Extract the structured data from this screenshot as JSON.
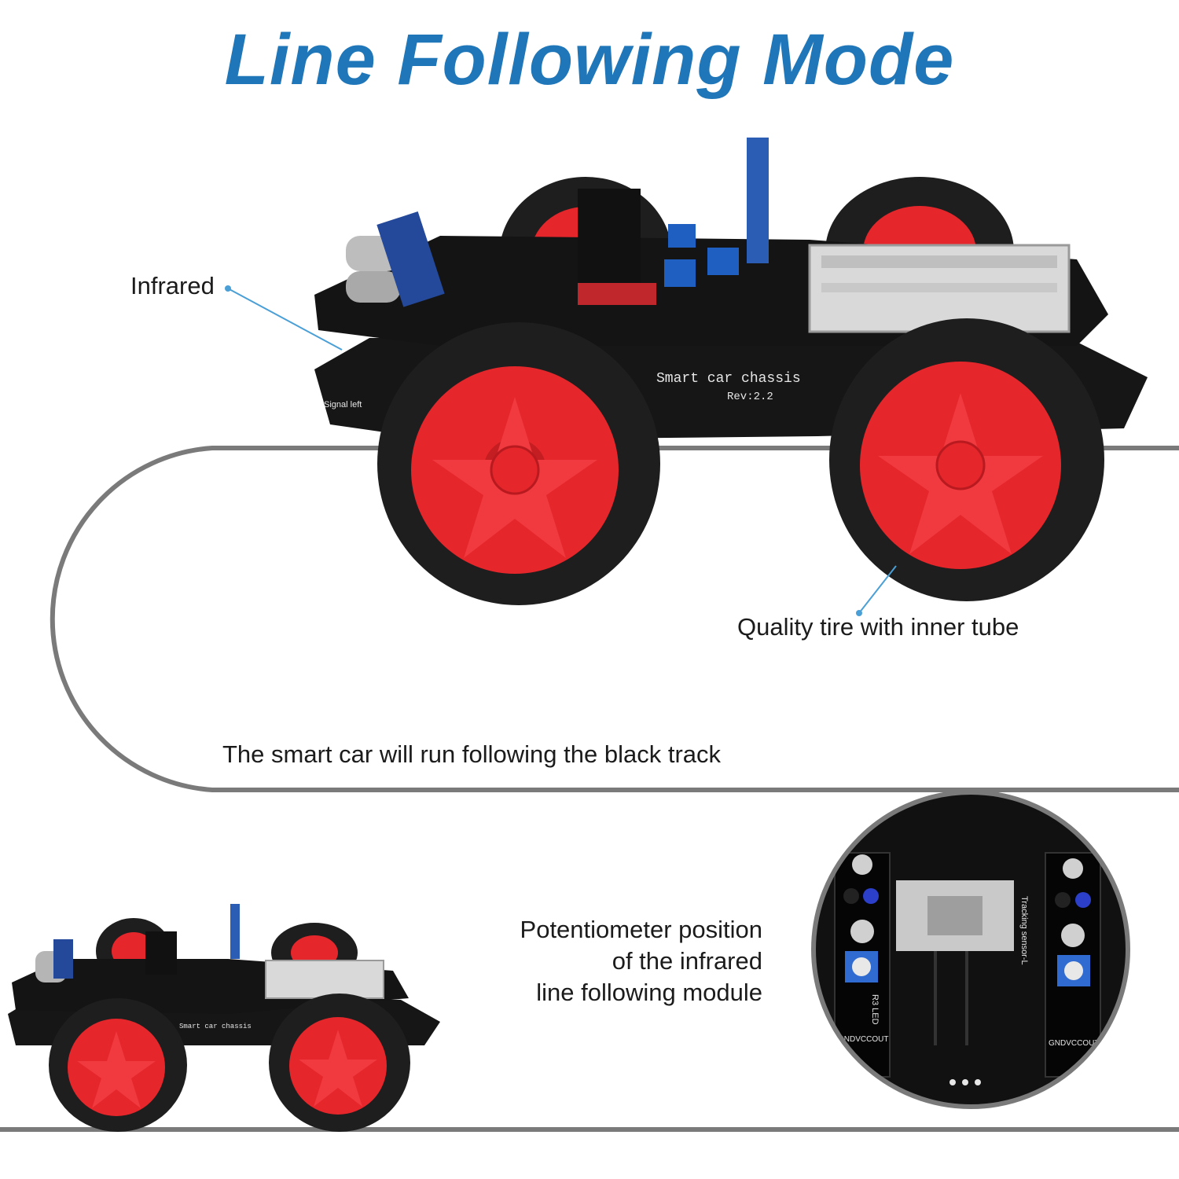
{
  "title": "Line Following Mode",
  "callouts": {
    "infrared": "Infrared",
    "tire": "Quality tire with inner tube",
    "track": "The smart car will run following the black track",
    "potentiometer": [
      "Potentiometer position",
      "of the infrared",
      "line following module"
    ]
  },
  "car_markings": {
    "chassis_text": "Smart car chassis",
    "revision": "Rev:2.2",
    "signal_left": "Signal left",
    "sensor_text": "Tracking sensor-L",
    "pin_labels": "GNDVCCOUT",
    "led_label": "R3 LED"
  },
  "colors": {
    "title": "#1f76b8",
    "callout_line": "#4a9fd6",
    "track": "#7a7a7a",
    "wheel_hub": "#e5262b",
    "tire": "#1e1e1e",
    "board": "#141414"
  }
}
